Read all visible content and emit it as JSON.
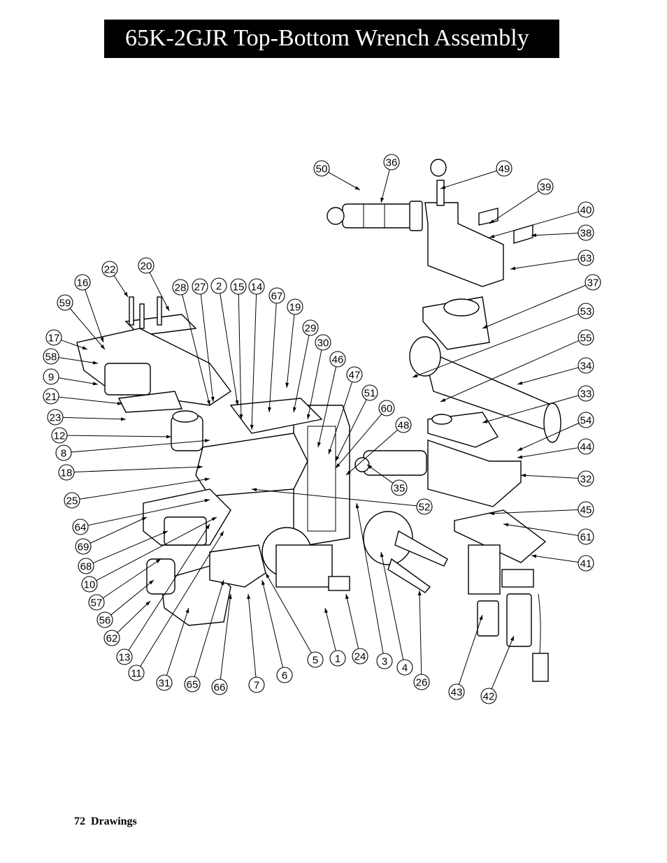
{
  "title": "65K-2GJR Top-Bottom Wrench Assembly",
  "footer": {
    "page_number": "72",
    "section": "Drawings"
  },
  "callouts": [
    {
      "label": "50"
    },
    {
      "label": "36"
    },
    {
      "label": "49"
    },
    {
      "label": "39"
    },
    {
      "label": "40"
    },
    {
      "label": "38"
    },
    {
      "label": "63"
    },
    {
      "label": "22"
    },
    {
      "label": "20"
    },
    {
      "label": "16"
    },
    {
      "label": "28"
    },
    {
      "label": "27"
    },
    {
      "label": "2"
    },
    {
      "label": "15"
    },
    {
      "label": "14"
    },
    {
      "label": "67"
    },
    {
      "label": "59"
    },
    {
      "label": "19"
    },
    {
      "label": "29"
    },
    {
      "label": "17"
    },
    {
      "label": "30"
    },
    {
      "label": "58"
    },
    {
      "label": "46"
    },
    {
      "label": "47"
    },
    {
      "label": "9"
    },
    {
      "label": "51"
    },
    {
      "label": "21"
    },
    {
      "label": "60"
    },
    {
      "label": "23"
    },
    {
      "label": "48"
    },
    {
      "label": "12"
    },
    {
      "label": "8"
    },
    {
      "label": "18"
    },
    {
      "label": "35"
    },
    {
      "label": "25"
    },
    {
      "label": "52"
    },
    {
      "label": "64"
    },
    {
      "label": "69"
    },
    {
      "label": "68"
    },
    {
      "label": "10"
    },
    {
      "label": "57"
    },
    {
      "label": "56"
    },
    {
      "label": "62"
    },
    {
      "label": "13"
    },
    {
      "label": "11"
    },
    {
      "label": "31"
    },
    {
      "label": "65"
    },
    {
      "label": "66"
    },
    {
      "label": "7"
    },
    {
      "label": "6"
    },
    {
      "label": "5"
    },
    {
      "label": "1"
    },
    {
      "label": "24"
    },
    {
      "label": "3"
    },
    {
      "label": "4"
    },
    {
      "label": "26"
    },
    {
      "label": "43"
    },
    {
      "label": "42"
    },
    {
      "label": "37"
    },
    {
      "label": "53"
    },
    {
      "label": "55"
    },
    {
      "label": "34"
    },
    {
      "label": "33"
    },
    {
      "label": "54"
    },
    {
      "label": "44"
    },
    {
      "label": "32"
    },
    {
      "label": "45"
    },
    {
      "label": "61"
    },
    {
      "label": "41"
    }
  ]
}
